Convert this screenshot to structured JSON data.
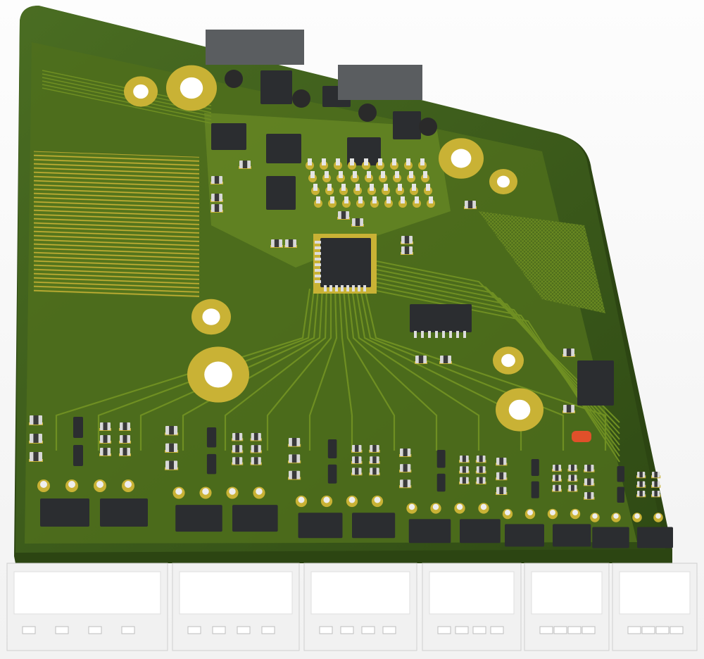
{
  "render": {
    "subject": "pcb-3d-view",
    "colors": {
      "board_edge": "#3b5a1c",
      "board_pour": "#4f6e1c",
      "trace": "#6f8f22",
      "pad_gold": "#c9b235",
      "ic_body": "#2b2d30",
      "smd_light": "#d8d8d8",
      "connector": "#f1f1f1",
      "led": "#e0502a"
    },
    "connector_count": 6,
    "mounting_holes": 8
  }
}
